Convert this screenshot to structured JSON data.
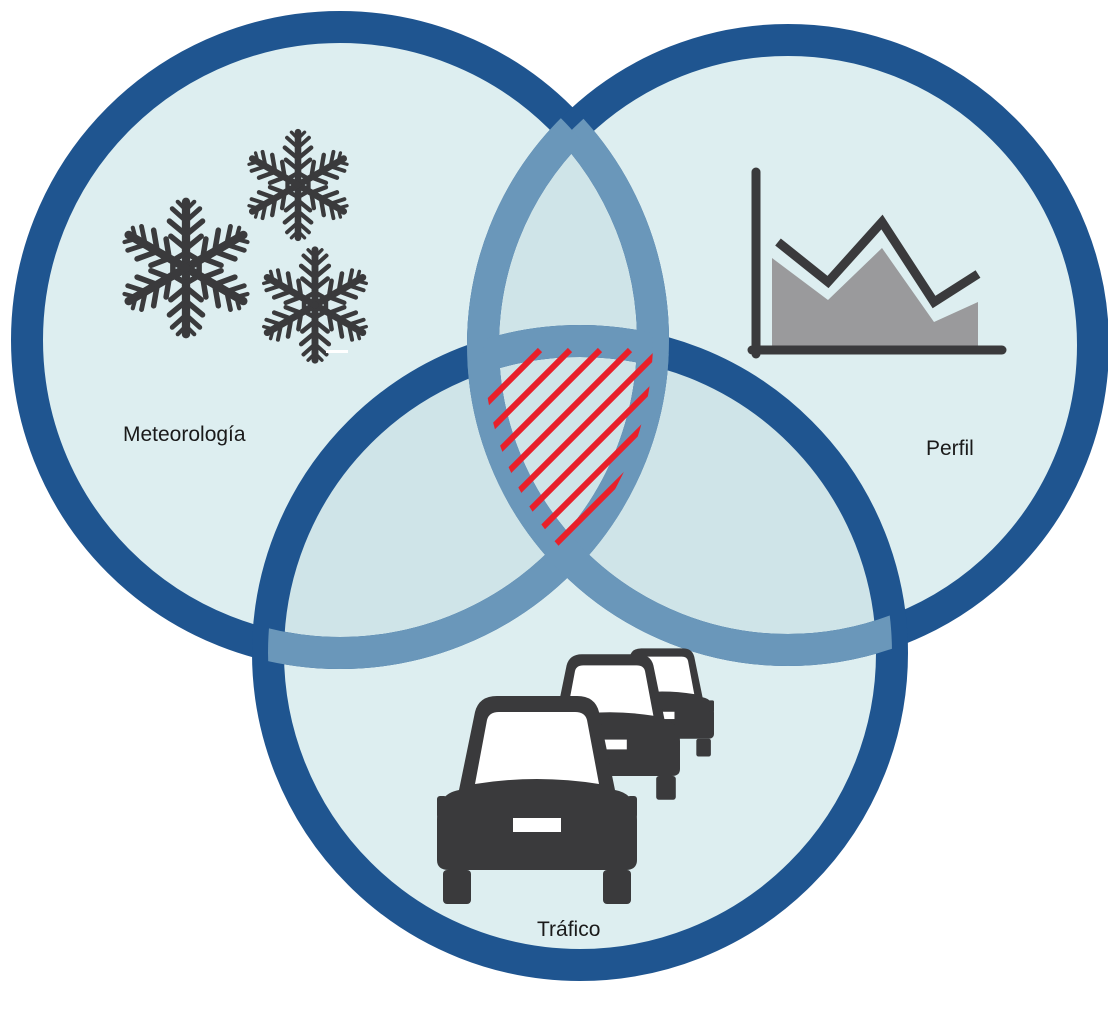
{
  "diagram": {
    "type": "venn",
    "sets": [
      {
        "label": "Meteorología",
        "icon": "snowflakes-icon"
      },
      {
        "label": "Perfil",
        "icon": "area-chart-icon"
      },
      {
        "label": "Tráfico",
        "icon": "traffic-cars-icon"
      }
    ],
    "highlight": "triple-intersection",
    "colors": {
      "ring": "#1f5590",
      "fill": "#ddeef0",
      "overlap_ring": "#6a97ba",
      "overlap_fill": "#cfe4e8",
      "hatch": "#e8202a",
      "icon": "#3a3a3c",
      "chart_area": "#9a9a9c"
    }
  }
}
